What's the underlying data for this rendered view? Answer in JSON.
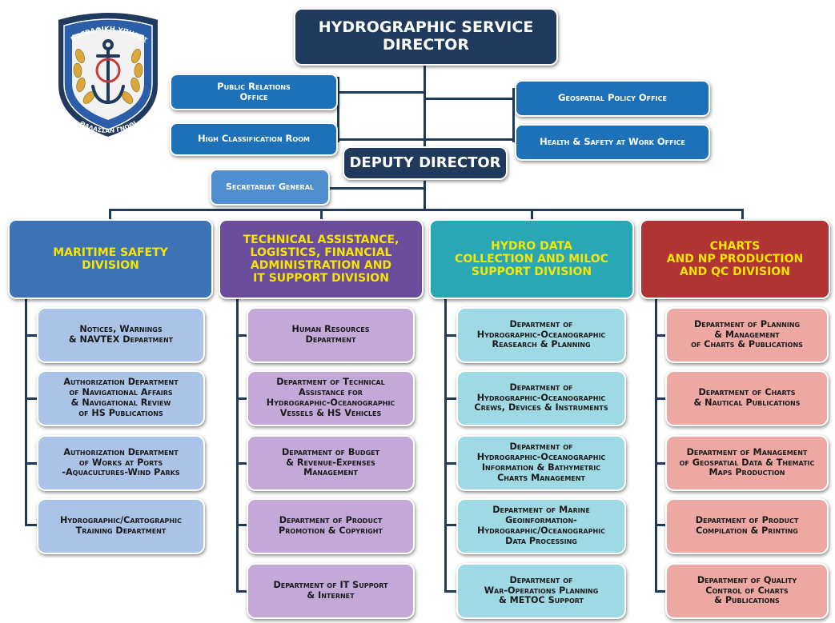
{
  "emblem": {
    "top_text": "ΥΔΡΟΓΡΑΦΙΚΗ ΥΠΗΡΕΣΙΑ",
    "bottom_text": "ΘΑΛΑΣΣΑΝ ΓΝΩΘΙ",
    "colors": {
      "border": "#1f3a5c",
      "field": "#2b5da8",
      "wreath": "#d9a73a"
    }
  },
  "director": "HYDROGRAPHIC SERVICE\nDIRECTOR",
  "deputy": "DEPUTY DIRECTOR",
  "offices": {
    "public_relations": "Public Relations\nOffice",
    "high_classification": "High Classification Room",
    "geospatial_policy": "Geospatial Policy Office",
    "health_safety": "Health & Safety at Work Office",
    "secretariat": "Secretariat General"
  },
  "divisions": [
    {
      "name": "MARITIME SAFETY\nDIVISION",
      "departments": [
        "Notices, Warnings\n& NAVTEX Department",
        "Authorization Department\nof Navigational Affairs\n& Navigational Review\nof HS Publications",
        "Authorization Department\nof Works at Ports\n-Aquacultures-Wind Parks",
        "Hydrographic/Cartographic\nTraining Department"
      ]
    },
    {
      "name": "TECHNICAL ASSISTANCE,\nLOGISTICS, FINANCIAL\nADMINISTRATION AND\nIT SUPPORT DIVISION",
      "departments": [
        "Human Resources\nDepartment",
        "Department of Technical\nAssistance for\nHydrographic-Oceanographic\nVessels & HS Vehicles",
        "Department of Budget\n& Revenue-Expenses\nManagement",
        "Department of Product\nPromotion & Copyright",
        "Department of IT Support\n& Internet"
      ]
    },
    {
      "name": "HYDRO DATA\nCOLLECTION AND MILOC\nSUPPORT DIVISION",
      "departments": [
        "Department of\nHydrographic-Oceanographic\nReasearch & Planning",
        "Department of\nHydrographic-Oceanographic\nCrews, Devices & Instruments",
        "Department of\nHydrographic-Oceanographic\nInformation & Bathymetric\nCharts Management",
        "Department of Marine\nGeoinformation-\nHydrographic/Oceanographic\nData Processing",
        "Department of\nWar-Operations Planning\n& METOC Support"
      ]
    },
    {
      "name": "CHARTS\nAND NP PRODUCTION\nAND QC DIVISION",
      "departments": [
        "Department of Planning\n& Management\nof Charts & Publications",
        "Department of Charts\n& Nautical Publications",
        "Department of Management\nof Geospatial Data & Thematic\nMaps Production",
        "Department of Product\nCompilation & Printing",
        "Department of Quality\nControl of Charts\n& Publications"
      ]
    }
  ]
}
